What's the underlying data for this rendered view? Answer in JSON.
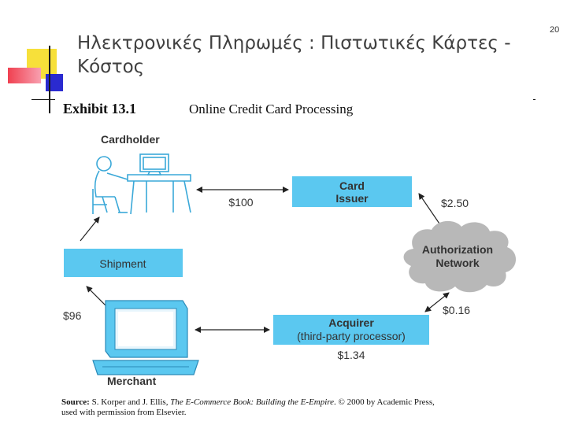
{
  "slide": {
    "title": "Ηλεκτρονικές Πληρωμές : Πιστωτικές Κάρτες - Κόστος",
    "page_number": "20"
  },
  "exhibit": {
    "number": "Exhibit 13.1",
    "caption": "Online Credit Card Processing",
    "cardholder_label": "Cardholder",
    "merchant_label": "Merchant",
    "card_issuer_line1": "Card",
    "card_issuer_line2": "Issuer",
    "shipment_label": "Shipment",
    "auth_network_line1": "Authorization",
    "auth_network_line2": "Network",
    "acquirer_line1": "Acquirer",
    "acquirer_line2": "(third-party processor)",
    "amount_cardholder_issuer": "$100",
    "amount_issuer_network": "$2.50",
    "amount_network_acquirer": "$0.16",
    "amount_acquirer_merchant": "$1.34",
    "amount_merchant": "$96",
    "source_bold": "Source:",
    "source_line1a": " S. Korper and J. Ellis, ",
    "source_book": "The E-Commerce Book: Building the E-Empire",
    "source_line1b": ". © 2000 by Academic Press,",
    "source_line2": "used with permission from Elsevier."
  },
  "colors": {
    "box_fill": "#5bc8f0",
    "cloud_fill": "#b8b8b8",
    "title_text": "#404040",
    "deco_yellow": "#f7e03a",
    "deco_red": "#f04050",
    "deco_blue": "#2a2ad0"
  }
}
